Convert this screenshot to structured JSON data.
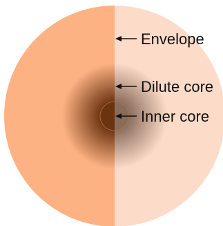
{
  "labels": {
    "envelope": "Envelope",
    "dilute_core": "Dilute core",
    "inner_core": "Inner core"
  },
  "colors": {
    "envelope_left": "#fdb283",
    "envelope_right": "#fddbc9",
    "core_left_center": "#6b3310",
    "core_right_center": "#8a6c5a",
    "inner_core_outline": "#b07550"
  }
}
